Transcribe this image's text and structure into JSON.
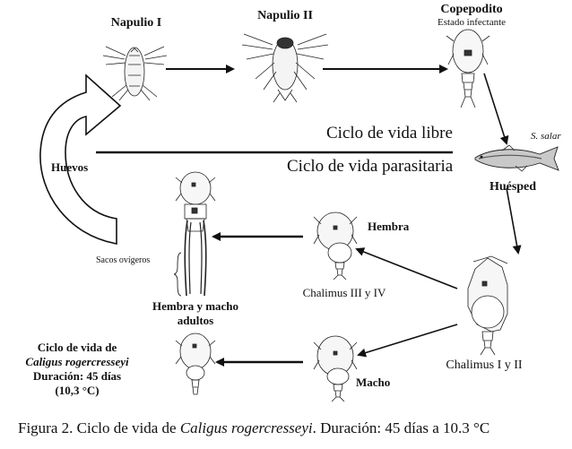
{
  "stages": {
    "napulio1": "Napulio I",
    "napulio2": "Napulio II",
    "copepodito": "Copepodito",
    "estado_infectante": "Estado infectante",
    "host_species": "S. salar",
    "huesped": "Huésped",
    "chalimus_1_2": "Chalimus I y II",
    "chalimus_3_4": "Chalimus III y IV",
    "hembra": "Hembra",
    "macho": "Macho",
    "sacos_ovigeros": "Sacos ovígeros",
    "adultos_line1": "Hembra y macho",
    "adultos_line2": "adultos",
    "huevos": "Huevos"
  },
  "divider": {
    "upper": "Ciclo de vida libre",
    "lower": "Ciclo de vida parasitaria"
  },
  "summary": {
    "line1": "Ciclo de vida de",
    "line2": "Caligus rogercresseyi",
    "line3": "Duración: 45 días",
    "line4": "(10,3 °C)"
  },
  "caption": {
    "prefix": "Figura 2. Ciclo de vida de ",
    "species": "Caligus rogercresseyi",
    "suffix": ". Duración: 45 días a 10.3 °C"
  },
  "colors": {
    "ink": "#111111",
    "fish_band": "#333333",
    "background": "#ffffff"
  }
}
